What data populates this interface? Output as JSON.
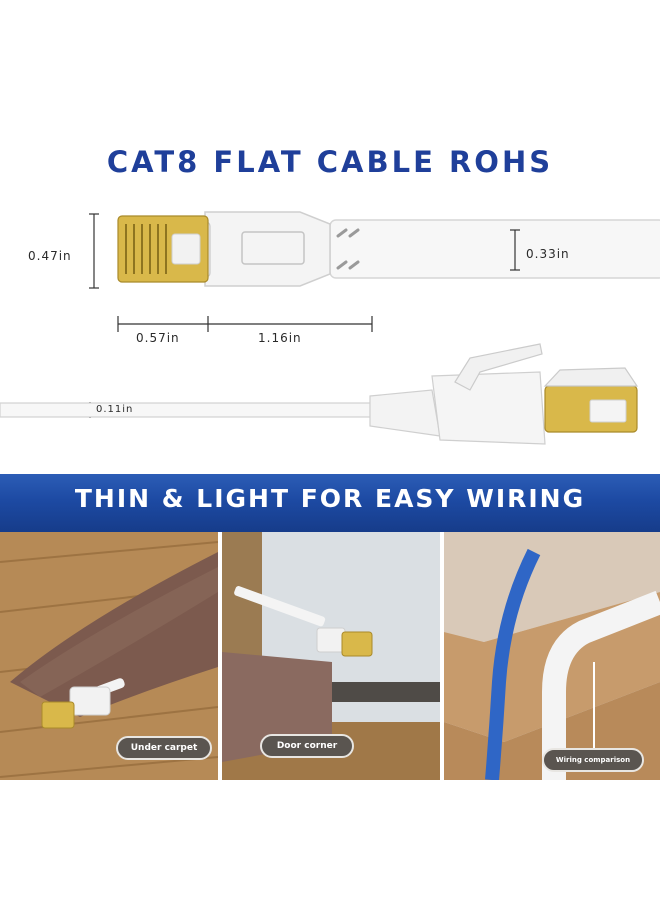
{
  "heading": "CAT8 FLAT CABLE ROHS",
  "dimensions": {
    "connector_height": "0.47in",
    "cable_width": "0.33in",
    "plug_length": "0.57in",
    "boot_length": "1.16in",
    "cable_thickness": "0.11in"
  },
  "banner": "THIN & LIGHT FOR EASY WIRING",
  "scenes": {
    "under_carpet": "Under carpet",
    "door_corner": "Door corner",
    "wiring_comparison": "Wiring comparison"
  },
  "colors": {
    "heading": "#1f3f9a",
    "banner": "#1d4aa3",
    "connector_gold": "#d9b84a",
    "round_cable": "#2f66c6"
  }
}
